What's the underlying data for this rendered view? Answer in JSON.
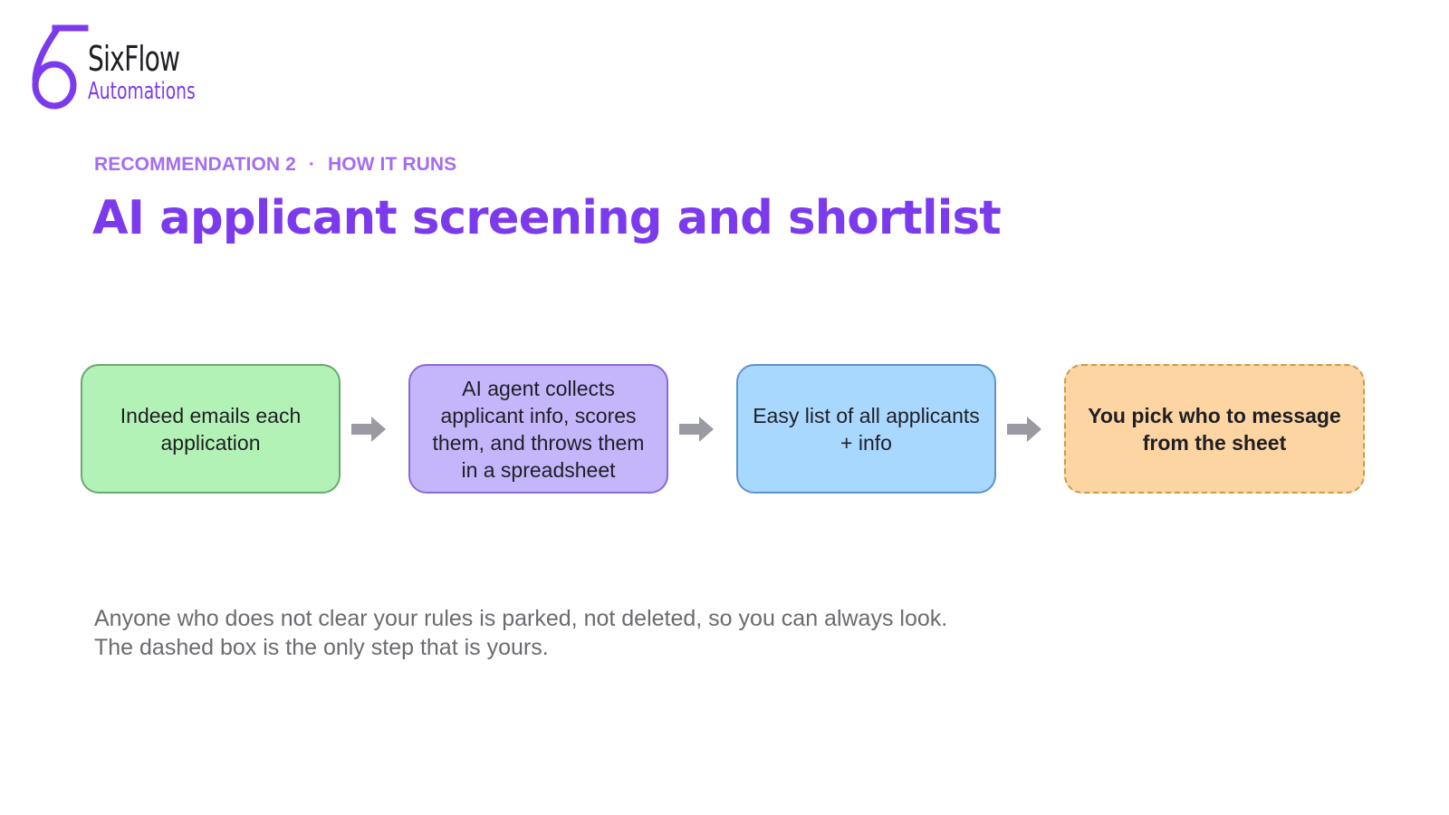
{
  "brand": {
    "name": "SixFlow",
    "subtitle": "Automations",
    "mark_glyph": "6",
    "accent_color": "#7c3aed"
  },
  "eyebrow": {
    "left": "RECOMMENDATION 2",
    "separator": "·",
    "right": "HOW IT RUNS"
  },
  "title": "AI applicant screening and shortlist",
  "flow": {
    "steps": [
      {
        "label": "Indeed emails each application",
        "fill": "#b3f2b6",
        "border": "#6aa86f",
        "style": "solid"
      },
      {
        "label": "AI agent collects applicant info, scores them, and throws them in a spreadsheet",
        "fill": "#c5b5fb",
        "border": "#8a69d6",
        "style": "solid"
      },
      {
        "label": "Easy list of all applicants + info",
        "fill": "#a8d8fe",
        "border": "#5c93c8",
        "style": "solid"
      },
      {
        "label": "You pick who to message from the sheet",
        "fill": "#fdd5a3",
        "border": "#c99a4d",
        "style": "dashed"
      }
    ],
    "connector_icon": "right-arrow-icon",
    "connector_color": "#9a9aa3"
  },
  "note": {
    "line1": "Anyone who does not clear your rules is parked, not deleted, so you can always look.",
    "line2": "The dashed box is the only step that is yours."
  }
}
